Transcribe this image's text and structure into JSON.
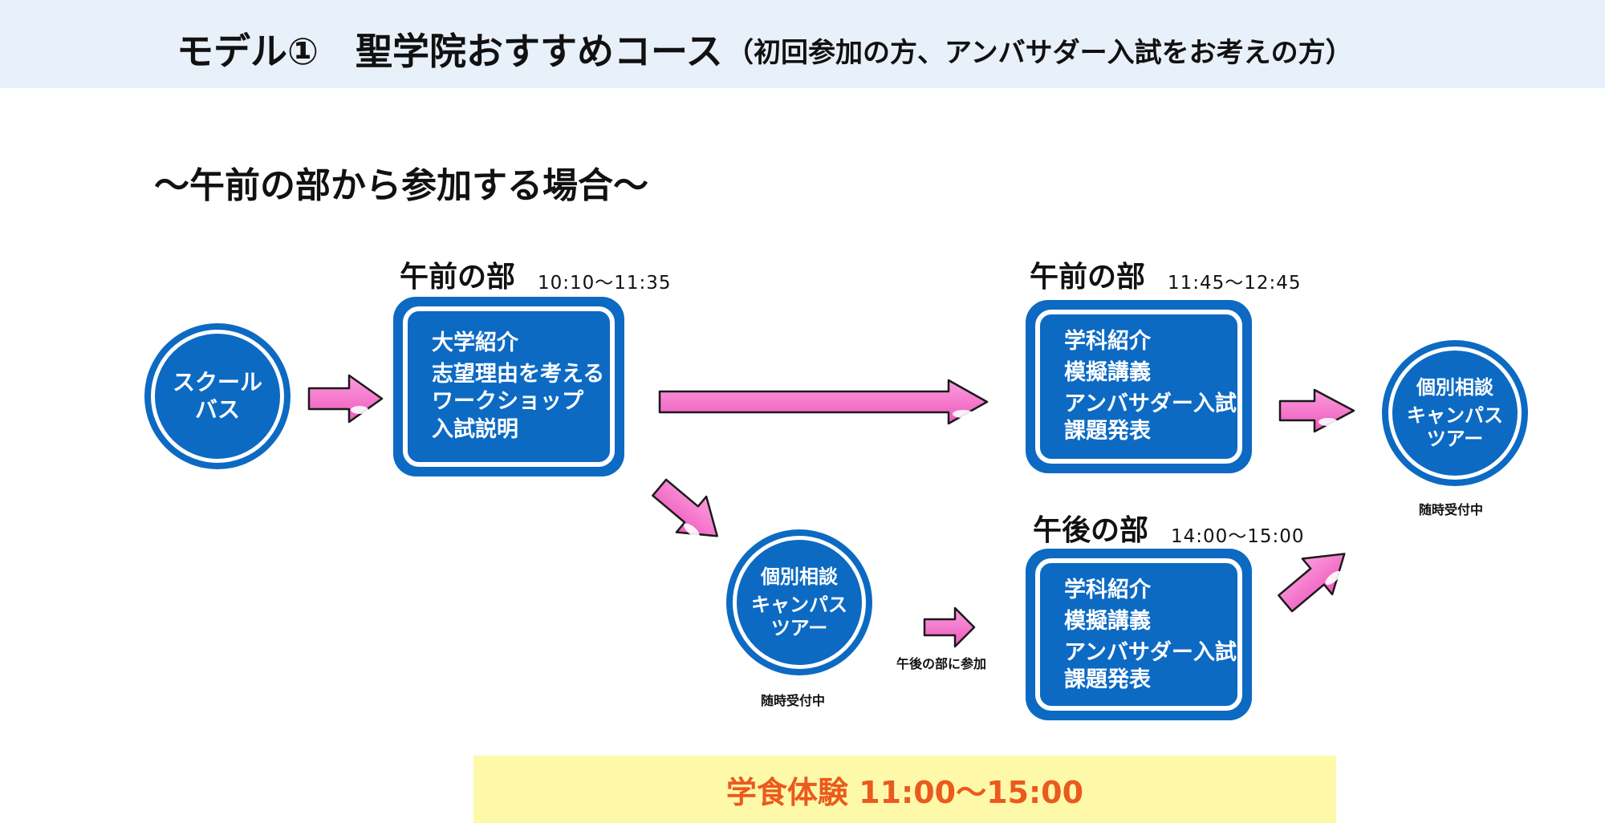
{
  "header": {
    "title": "モデル①　聖学院おすすめコース",
    "subtitle": "（初回参加の方、アンバサダー入試をお考えの方）"
  },
  "section_heading": "～午前の部から参加する場合～",
  "start": {
    "lines": [
      "スクール",
      "バス"
    ]
  },
  "morning1": {
    "title": "午前の部",
    "time": "10:10～11:35",
    "items": [
      "大学紹介",
      "志望理由を考える",
      "ワークショップ",
      "入試説明"
    ]
  },
  "morning2": {
    "title": "午前の部",
    "time": "11:45～12:45",
    "items": [
      "学科紹介",
      "模擬講義",
      "アンバサダー入試",
      "課題発表"
    ]
  },
  "afternoon": {
    "title": "午後の部",
    "time": "14:00～15:00",
    "items": [
      "学科紹介",
      "模擬講義",
      "アンバサダー入試",
      "課題発表"
    ]
  },
  "consult_mid": {
    "lines": [
      "個別相談",
      "キャンパス",
      "ツアー"
    ],
    "note": "随時受付中"
  },
  "consult_end": {
    "lines": [
      "個別相談",
      "キャンパス",
      "ツアー"
    ],
    "note": "随時受付中"
  },
  "afternoon_join_note": "午後の部に参加",
  "cafeteria": "学食体験 11:00～15:00",
  "colors": {
    "box_blue": "#0c6ac3",
    "arrow_pink": "#f472c8",
    "header_bg": "#e8f0fa",
    "cafeteria_bg": "#fef9a8",
    "cafeteria_text": "#ea5a1f"
  }
}
